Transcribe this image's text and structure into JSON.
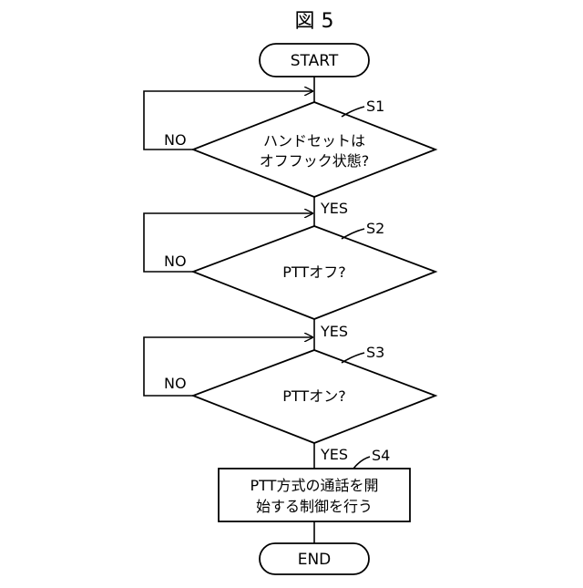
{
  "figure": {
    "title": "図 5"
  },
  "terminals": {
    "start": "START",
    "end": "END"
  },
  "steps": [
    {
      "id": "S1",
      "lines": [
        "ハンドセットは",
        "オフフック状態?"
      ],
      "yes": "YES",
      "no": "NO"
    },
    {
      "id": "S2",
      "lines": [
        "PTTオフ?"
      ],
      "yes": "YES",
      "no": "NO"
    },
    {
      "id": "S3",
      "lines": [
        "PTTオン?"
      ],
      "yes": "YES",
      "no": "NO"
    },
    {
      "id": "S4",
      "lines": [
        "PTT方式の通話を開",
        "始する制御を行う"
      ]
    }
  ]
}
